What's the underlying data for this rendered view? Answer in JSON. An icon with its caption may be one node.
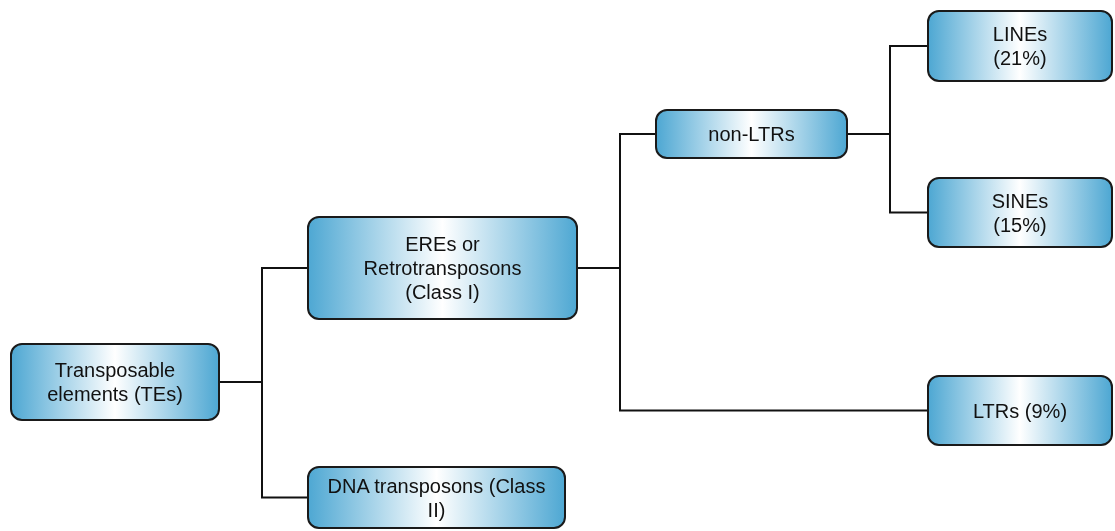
{
  "diagram": {
    "nodes": [
      {
        "text": [
          "Transposable elements (TEs)"
        ]
      },
      {
        "text": [
          "EREs or Retrotransposons (Class I)"
        ]
      },
      {
        "text": [
          "DNA transposons (Class II)"
        ]
      },
      {
        "text": [
          "non-LTRs"
        ]
      },
      {
        "text": [
          "LINEs (21%)"
        ]
      },
      {
        "text": [
          "SINEs (15%)"
        ]
      },
      {
        "text": [
          "LTRs (9%)"
        ]
      }
    ],
    "edges": [
      {
        "from": 0,
        "to": 1,
        "arrow": "none"
      },
      {
        "from": 0,
        "to": 2,
        "arrow": "none"
      },
      {
        "from": 1,
        "to": 3,
        "arrow": "none"
      },
      {
        "from": 1,
        "to": 6,
        "arrow": "none"
      },
      {
        "from": 3,
        "to": 4,
        "arrow": "none"
      },
      {
        "from": 3,
        "to": 5,
        "arrow": "none"
      }
    ]
  }
}
